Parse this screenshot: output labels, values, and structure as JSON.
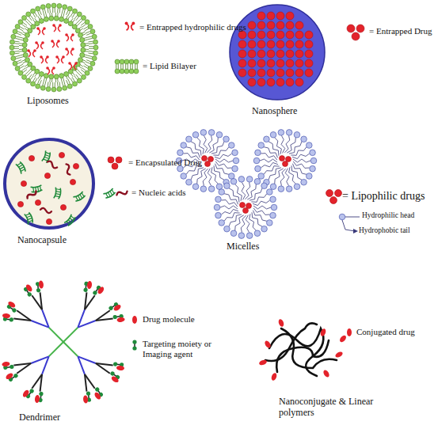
{
  "diagram": {
    "labels": [
      "Liposomes",
      "Nanosphere",
      "Nanocapsule",
      "Micelles",
      "Dendrimer",
      "Nanoconjugate & Linear polymers"
    ],
    "legend": [
      {
        "text": "= Entrapped hydrophilic drugs"
      },
      {
        "text": "= Lipid Bilayer"
      },
      {
        "text": "= Entrapped Drug"
      },
      {
        "text": "= Encapsulated Drug"
      },
      {
        "text": "= Nucleic acids"
      },
      {
        "text": "= Lipophilic drugs"
      },
      {
        "text": "Hydrophilic head"
      },
      {
        "text": "Hydrophobic tail"
      },
      {
        "text": "Drug molecule"
      },
      {
        "text": "Targeting moiety or Imaging agent"
      },
      {
        "text": "Conjugated drug"
      }
    ]
  }
}
